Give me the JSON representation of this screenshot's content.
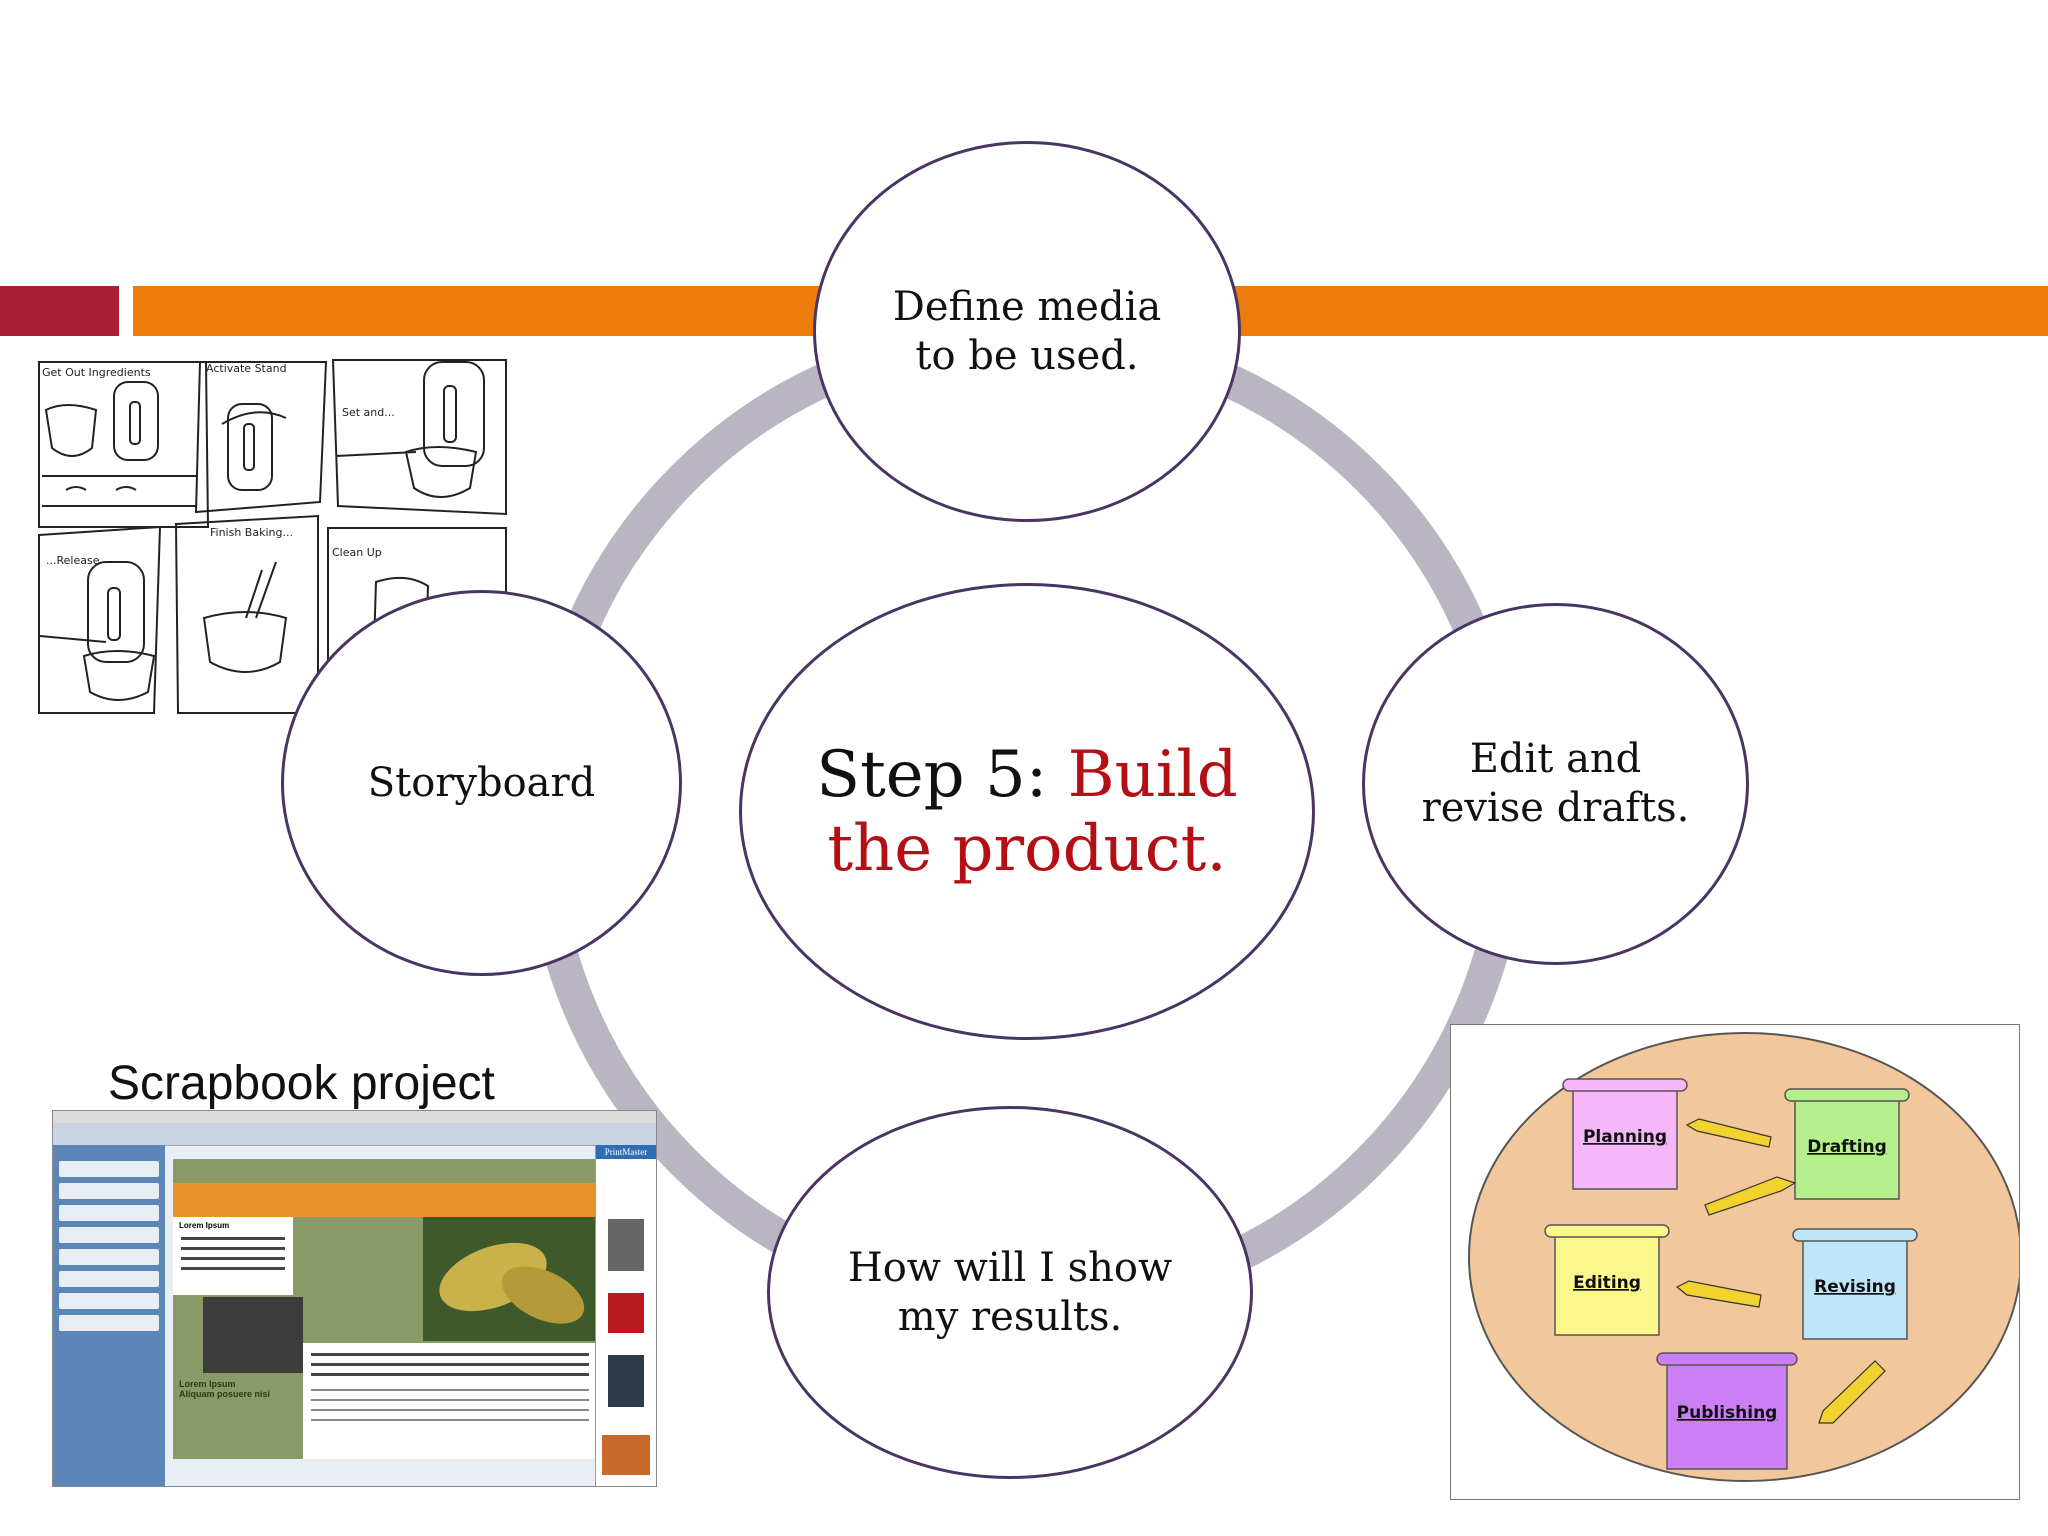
{
  "colors": {
    "bar_red": "#a61f35",
    "bar_orange": "#ec7c0b",
    "ring": "#b9b5c2",
    "circle_border": "#4a3463",
    "highlight": "#b30f14"
  },
  "cycle": {
    "top": "Define media\nto be used.",
    "left": "Storyboard",
    "right": "Edit and\nrevise drafts.",
    "bottom": "How will I show\nmy results.",
    "center_prefix": "Step 5: ",
    "center_highlight": "Build\nthe product."
  },
  "storyboard": {
    "panels": [
      "Get Out Ingredients",
      "Activate Stand",
      "Set and...",
      "...Release",
      "Finish Baking...",
      "Clean Up"
    ]
  },
  "scrapbook": {
    "title": "Scrapbook project",
    "app_name": "PrintMaster",
    "heading": "Lorem Ipsum",
    "subheading": "Aliquam posuere nisi"
  },
  "writing_process": {
    "stages": [
      "Planning",
      "Drafting",
      "Editing",
      "Revising",
      "Publishing"
    ]
  }
}
